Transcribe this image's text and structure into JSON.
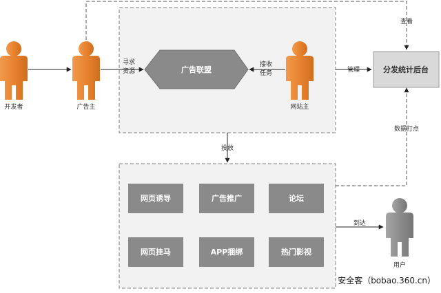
{
  "actors": {
    "developer": "开发者",
    "advertiser": "广告主",
    "webmaster": "网站主",
    "user": "用户"
  },
  "center": {
    "ad_alliance": "广告联盟",
    "backend": "分发统计后台"
  },
  "edges": {
    "seek_resource": [
      "寻求",
      "资源"
    ],
    "receive_task": [
      "接收",
      "任务"
    ],
    "manage": "管理",
    "view": "查看",
    "deliver": "投放",
    "data_tracking": "数据打点",
    "reach": "到达"
  },
  "tactics": [
    [
      "网页诱导",
      "广告推广",
      "论坛"
    ],
    [
      "网页挂马",
      "APP捆绑",
      "热门影视"
    ]
  ],
  "watermark": "安全客（bobao.360.cn）",
  "colors": {
    "orange_person": "#E8832F",
    "gray_person": "#8C8C8C",
    "box_gray": "#8A8A8A",
    "hex_gray": "#8A8A8A",
    "panel_bg": "#F2F2F2",
    "dash": "#7F7F7F",
    "arrow": "#222222"
  }
}
